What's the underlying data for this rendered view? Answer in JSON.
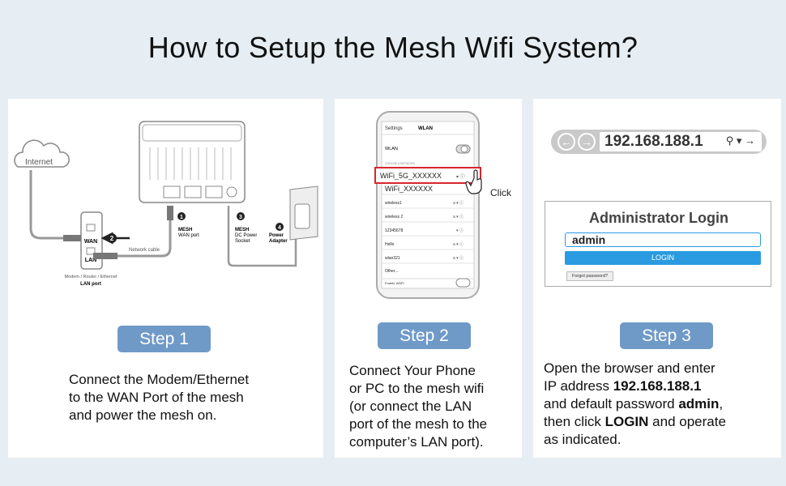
{
  "title": "How to Setup the Mesh Wifi System?",
  "step1": {
    "badge": "Step 1",
    "labels": {
      "internet": "Internet",
      "wan": "WAN",
      "lan": "LAN",
      "modem_line1": "Modem / Router / Ethernet",
      "modem_line2": "LAN port",
      "network_cable": "Network cable",
      "num1": "1",
      "num2": "2",
      "num3": "3",
      "num4": "4",
      "mesh_wan_1": "MESH",
      "mesh_wan_2": "WAN port",
      "mesh_dc_1": "MESH",
      "mesh_dc_2": "DC Power",
      "mesh_dc_3": "Socket",
      "power_1": "Power",
      "power_2": "Adapter"
    },
    "desc": [
      "Connect the Modem/Ethernet",
      "to the WAN Port of the mesh",
      "and power the mesh on."
    ]
  },
  "step2": {
    "badge": "Step 2",
    "phone": {
      "back": "Settings",
      "header": "WLAN",
      "wlan_label": "WLAN",
      "choose": "CHOOSE A NETWORK...",
      "networks": [
        {
          "name": "WiFi_5G_XXXXXX",
          "highlight": true
        },
        {
          "name": "WiFi_XXXXXX",
          "highlight": false
        },
        {
          "name": "wireless1",
          "highlight": false
        },
        {
          "name": "wireless 2",
          "highlight": false
        },
        {
          "name": "12345678",
          "highlight": false
        },
        {
          "name": "Hello",
          "highlight": false
        },
        {
          "name": "wlan321",
          "highlight": false
        }
      ],
      "other": "Other...",
      "enable_wapi": "Enable WAPI"
    },
    "click_label": "Click",
    "desc": [
      "Connect Your Phone",
      "or PC to the mesh wifi",
      "(or connect the LAN",
      "port of the mesh to the",
      "computer’s LAN port)."
    ]
  },
  "step3": {
    "badge": "Step 3",
    "browser": {
      "url": "192.168.188.1",
      "search_glyphs": "⚲ ▾ →"
    },
    "login": {
      "title": "Administrator Login",
      "username": "admin",
      "button": "LOGIN",
      "forgot": "Forgot password?"
    },
    "desc": {
      "l1": "Open the browser and enter",
      "l2_pre": "IP address ",
      "l2_ip": "192.168.188.1",
      "l3_pre": "and default password ",
      "l3_pw": "admin",
      "l3_post": ",",
      "l4_pre": "then click ",
      "l4_login": "LOGIN",
      "l4_post": " and operate",
      "l5": "as indicated."
    }
  },
  "colors": {
    "background": "#e6eef3",
    "badge": "#6f9ac8",
    "highlight_red": "#d9252c",
    "login_blue": "#2a9be0"
  }
}
